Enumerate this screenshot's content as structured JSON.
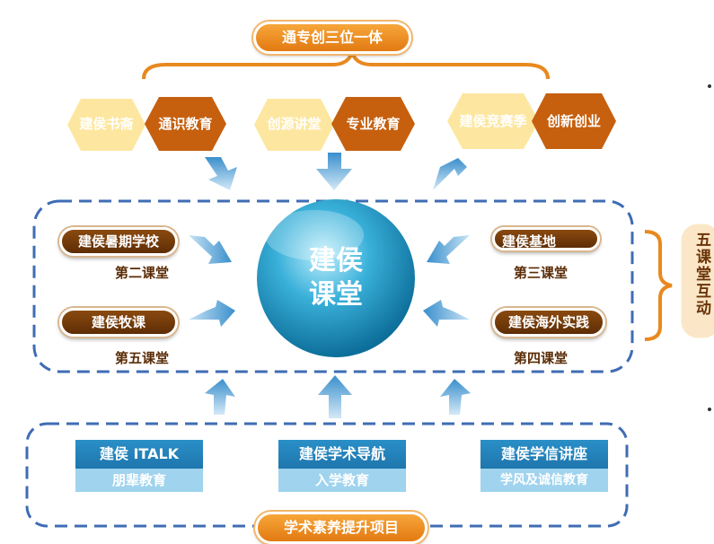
{
  "top_title": "通专创三位一体",
  "top_pairs": [
    {
      "left": "建侯书斋",
      "right": "通识教育"
    },
    {
      "left": "创源讲堂",
      "right": "专业教育"
    },
    {
      "left": "建侯竞赛季",
      "right": "创新创业"
    }
  ],
  "center": {
    "line1": "建侯",
    "line2": "课堂"
  },
  "left_items": [
    {
      "label": "建侯暑期学校",
      "sub": "第二课堂"
    },
    {
      "label": "建侯牧课",
      "sub": "第五课堂"
    }
  ],
  "right_items": [
    {
      "label": "建侯基地",
      "sub": "第三课堂"
    },
    {
      "label": "建侯海外实践",
      "sub": "第四课堂"
    }
  ],
  "side_vertical": "五课堂互动",
  "bottom_boxes": [
    {
      "title": "建侯 ITALK",
      "sub": "朋辈教育"
    },
    {
      "title": "建侯学术导航",
      "sub": "入学教育"
    },
    {
      "title": "建侯学信讲座",
      "sub": "学风及诚信教育"
    }
  ],
  "bottom_title": "学术素养提升项目",
  "colors": {
    "orange": "#e8891f",
    "brown": "#6b3408",
    "blue": "#2a7fc0",
    "light_blue": "#9fd3ee",
    "hex_yellow": "#fde7a0",
    "hex_orange": "#c6600f"
  }
}
